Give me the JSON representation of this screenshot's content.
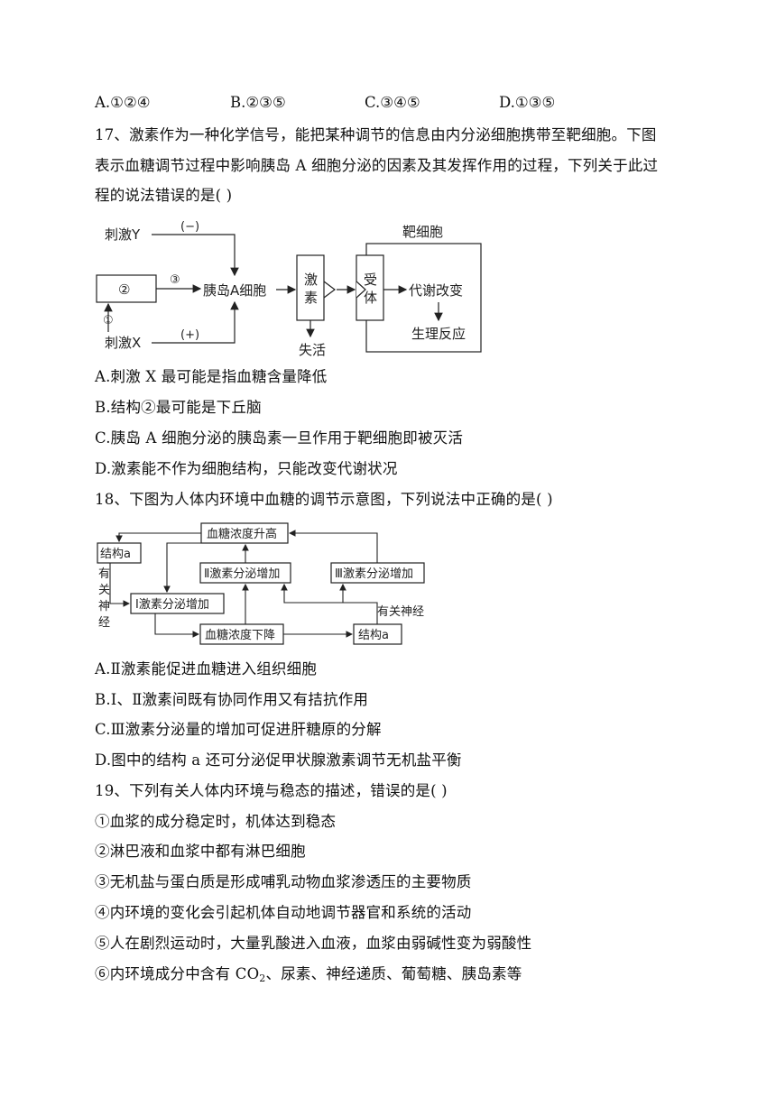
{
  "q16": {
    "options": [
      "A.①②④",
      "B.②③⑤",
      "C.③④⑤",
      "D.①③⑤"
    ]
  },
  "q17": {
    "stem_lines": [
      "17、激素作为一种化学信号，能把某种调节的信息由内分泌细胞携带至靶细胞。下图",
      "表示血糖调节过程中影响胰岛 A 细胞分泌的因素及其发挥作用的过程，下列关于此过",
      "程的说法错误的是(   )"
    ],
    "diagram": {
      "stim_y": "刺激Y",
      "minus": "(−)",
      "box2": "②",
      "circ3": "③",
      "circ1": "①",
      "stim_x": "刺激X",
      "plus": "(+)",
      "islet_a": "胰岛A细胞",
      "hormone_1": "激",
      "hormone_2": "素",
      "inactivate": "失活",
      "target": "靶细胞",
      "receptor_1": "受",
      "receptor_2": "体",
      "metabolism": "代谢改变",
      "response": "生理反应"
    },
    "choices": [
      "A.刺激 X 最可能是指血糖含量降低",
      "B.结构②最可能是下丘脑",
      "C.胰岛 A 细胞分泌的胰岛素一旦作用于靶细胞即被灭活",
      "D.激素能不作为细胞结构，只能改变代谢状况"
    ]
  },
  "q18": {
    "stem": "18、下图为人体内环境中血糖的调节示意图，下列说法中正确的是(   )",
    "diagram": {
      "glucose_up": "血糖浓度升高",
      "struct_a_top": "结构a",
      "hormone2": "Ⅱ激素分泌增加",
      "hormone3": "Ⅲ激素分泌增加",
      "nerve_left_1": "有",
      "nerve_left_2": "关",
      "nerve_left_3": "神",
      "nerve_left_4": "经",
      "hormone1": "Ⅰ激素分泌增加",
      "nerve_right": "有关神经",
      "glucose_down": "血糖浓度下降",
      "struct_a_bottom": "结构a"
    },
    "choices": [
      "A.Ⅱ激素能促进血糖进入组织细胞",
      "B.Ⅰ、Ⅱ激素间既有协同作用又有拮抗作用",
      "C.Ⅲ激素分泌量的增加可促进肝糖原的分解",
      "D.图中的结构 a 还可分泌促甲状腺激素调节无机盐平衡"
    ]
  },
  "q19": {
    "stem": "19、下列有关人体内环境与稳态的描述，错误的是(   )",
    "items": [
      "①血浆的成分稳定时，机体达到稳态",
      "②淋巴液和血浆中都有淋巴细胞",
      "③无机盐与蛋白质是形成哺乳动物血浆渗透压的主要物质",
      "④内环境的变化会引起机体自动地调节器官和系统的活动",
      "⑤人在剧烈运动时，大量乳酸进入血液，血浆由弱碱性变为弱酸性"
    ],
    "item6_pre": "⑥内环境成分中含有 CO",
    "item6_sub": "2",
    "item6_post": "、尿素、神经递质、葡萄糖、胰岛素等"
  }
}
